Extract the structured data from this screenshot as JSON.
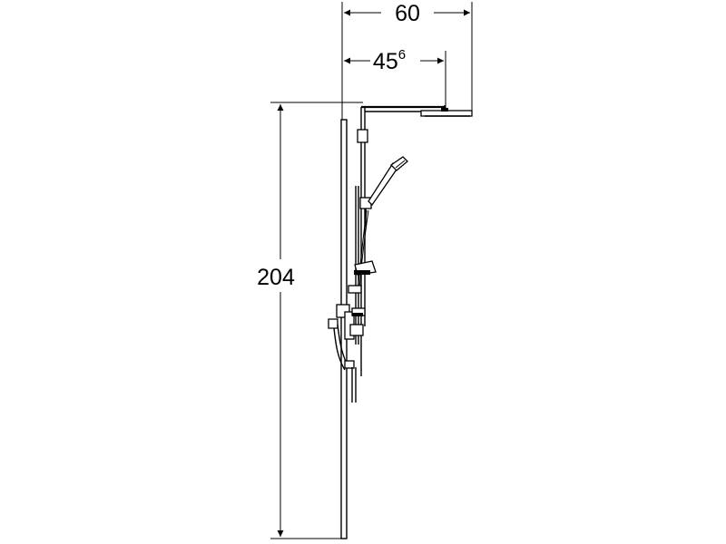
{
  "dimensions": {
    "width_total": {
      "label": "60"
    },
    "width_head": {
      "label": "45",
      "superscript": "6"
    },
    "height_total": {
      "label": "204"
    }
  },
  "colors": {
    "line": "#000000",
    "background": "#ffffff"
  }
}
